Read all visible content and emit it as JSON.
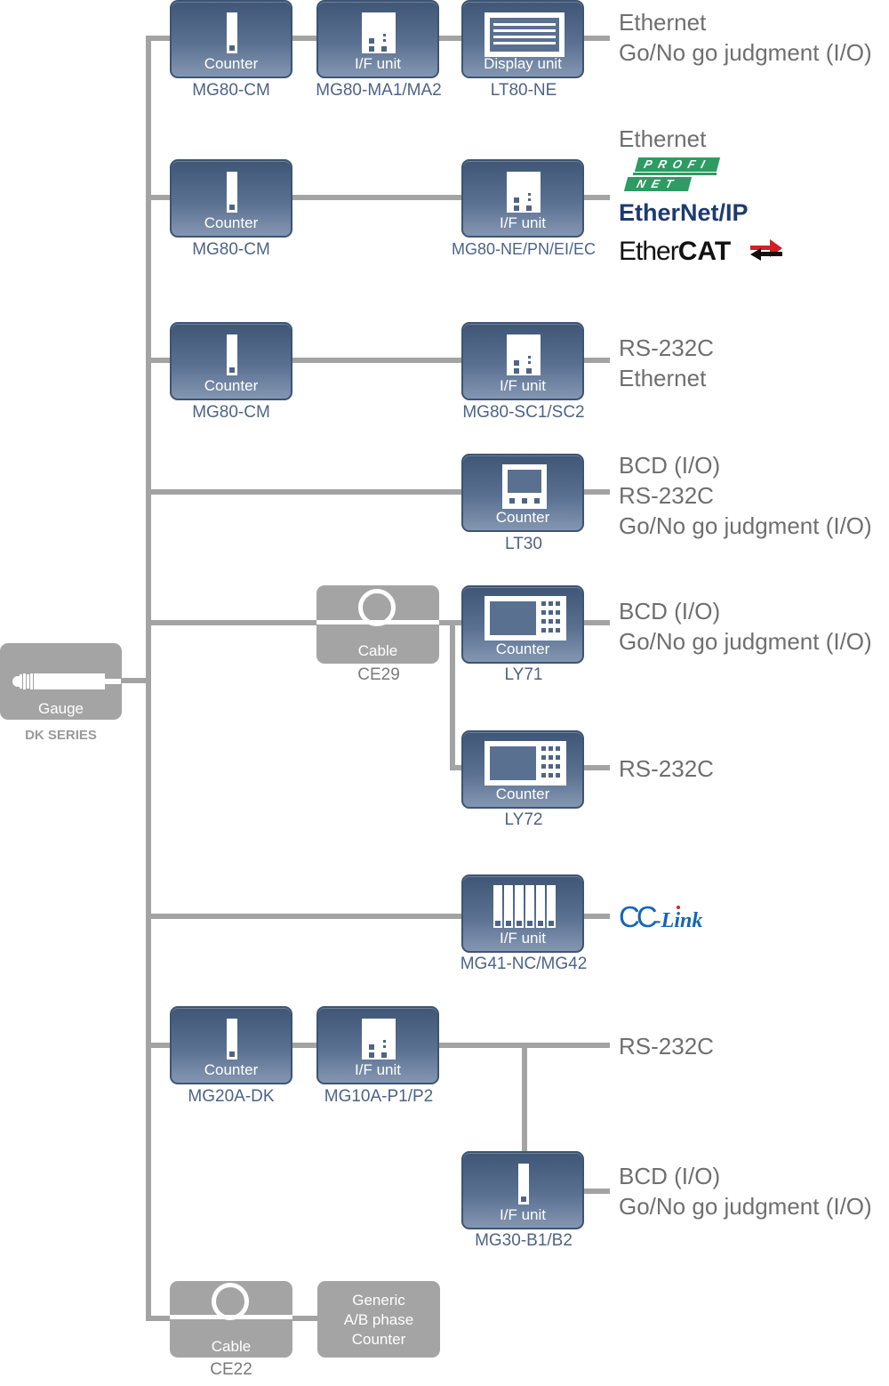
{
  "gauge": {
    "label": "Gauge",
    "series": "DK SERIES"
  },
  "rows": [
    {
      "units": [
        {
          "label": "Counter",
          "model": "MG80-CM",
          "icon": "counter-slot-icon"
        },
        {
          "label": "I/F unit",
          "model": "MG80-MA1/MA2",
          "icon": "if-unit-icon"
        },
        {
          "label": "Display unit",
          "model": "LT80-NE",
          "icon": "display-unit-icon"
        }
      ],
      "outputs": [
        "Ethernet",
        "Go/No go judgment (I/O)"
      ]
    },
    {
      "units": [
        {
          "label": "Counter",
          "model": "MG80-CM",
          "icon": "counter-slot-icon"
        },
        {
          "label": "I/F unit",
          "model": "MG80-NE/PN/EI/EC",
          "icon": "if-unit-icon"
        }
      ],
      "outputs": [
        "Ethernet"
      ],
      "logos": {
        "profinet_top": "PROFI",
        "profinet_bottom": "NET",
        "ethernetip": "EtherNet/IP",
        "ethercat_a": "Ether",
        "ethercat_b": "CAT"
      }
    },
    {
      "units": [
        {
          "label": "Counter",
          "model": "MG80-CM",
          "icon": "counter-slot-icon"
        },
        {
          "label": "I/F unit",
          "model": "MG80-SC1/SC2",
          "icon": "if-unit-icon"
        }
      ],
      "outputs": [
        "RS-232C",
        "Ethernet"
      ]
    },
    {
      "units": [
        {
          "label": "Counter",
          "model": "LT30",
          "icon": "compact-display-icon"
        }
      ],
      "outputs": [
        "BCD (I/O)",
        "RS-232C",
        "Go/No go judgment (I/O)"
      ]
    },
    {
      "units": [
        {
          "label": "Cable",
          "model": "CE29",
          "icon": "cable-loop-icon"
        },
        {
          "label": "Counter",
          "model": "LY71",
          "icon": "panel-counter-icon"
        }
      ],
      "outputs": [
        "BCD (I/O)",
        "Go/No go judgment (I/O)"
      ]
    },
    {
      "units": [
        {
          "label": "Counter",
          "model": "LY72",
          "icon": "panel-counter-icon"
        }
      ],
      "outputs": [
        "RS-232C"
      ]
    },
    {
      "units": [
        {
          "label": "I/F unit",
          "model": "MG41-NC/MG42",
          "icon": "multi-slot-icon"
        }
      ],
      "outputs": [],
      "logos": {
        "cclink_a": "CC",
        "cclink_b": "-Link"
      }
    },
    {
      "units": [
        {
          "label": "Counter",
          "model": "MG20A-DK",
          "icon": "counter-slot-icon"
        },
        {
          "label": "I/F unit",
          "model": "MG10A-P1/P2",
          "icon": "if-unit-icon"
        }
      ],
      "outputs": [
        "RS-232C"
      ]
    },
    {
      "units": [
        {
          "label": "I/F unit",
          "model": "MG30-B1/B2",
          "icon": "counter-slot-icon"
        }
      ],
      "outputs": [
        "BCD (I/O)",
        "Go/No go judgment (I/O)"
      ]
    },
    {
      "units": [
        {
          "label": "Cable",
          "model": "CE22",
          "icon": "cable-loop-icon"
        },
        {
          "label": "Generic\nA/B phase\nCounter",
          "model": "",
          "icon": ""
        }
      ],
      "outputs": []
    }
  ],
  "generic_counter": [
    "Generic",
    "A/B phase",
    "Counter"
  ]
}
